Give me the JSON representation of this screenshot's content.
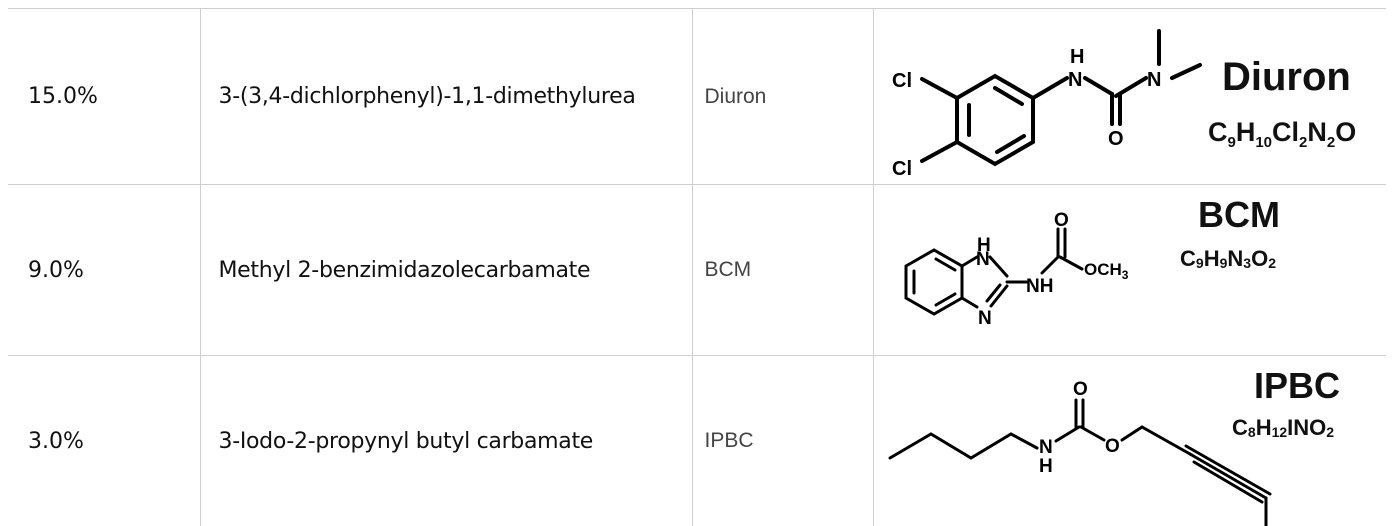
{
  "rows": [
    {
      "percent": "15.0%",
      "chemical": "3-(3,4-dichlorphenyl)-1,1-dimethylurea",
      "abbr": "Diuron",
      "structure": {
        "name": "Diuron",
        "formula": {
          "C": "C",
          "c": "9",
          "H": "H",
          "h": "10",
          "Cl": "Cl",
          "cl": "2",
          "N": "N",
          "n": "2",
          "O": "O"
        },
        "atoms": {
          "cl1": "Cl",
          "cl2": "Cl",
          "nh_h": "H",
          "nh_n": "N",
          "o": "O",
          "n": "N"
        }
      }
    },
    {
      "percent": "9.0%",
      "chemical": "Methyl 2-benzimidazolecarbamate",
      "abbr": "BCM",
      "structure": {
        "name": "BCM",
        "formula": {
          "C": "C",
          "c": "9",
          "H": "H",
          "h": "9",
          "N": "N",
          "n": "3",
          "O": "O",
          "o": "2"
        },
        "atoms": {
          "h": "H",
          "n1": "N",
          "n2": "N",
          "nh": "NH",
          "o": "O",
          "och3": "OCH",
          "och3_sub": "3"
        }
      }
    },
    {
      "percent": "3.0%",
      "chemical": "3-Iodo-2-propynyl butyl carbamate",
      "abbr": "IPBC",
      "structure": {
        "name": "IPBC",
        "formula": {
          "C": "C",
          "c": "8",
          "H": "H",
          "h": "12",
          "INO": "INO",
          "o": "2"
        },
        "atoms": {
          "n": "N",
          "h": "H",
          "o1": "O",
          "o2": "O"
        }
      }
    }
  ]
}
